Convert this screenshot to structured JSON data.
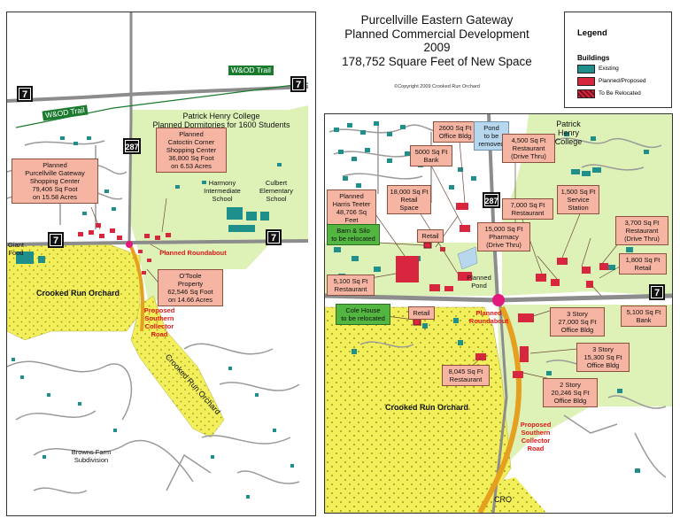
{
  "title": {
    "line1": "Purcellville Eastern Gateway",
    "line2": "Planned Commercial Development",
    "line3": "2009",
    "line4": "178,752 Square Feet of New Space"
  },
  "copyright": "©Copyright 2009 Crooked Run Orchard",
  "legend": {
    "title": "Legend",
    "subtitle": "Buildings",
    "items": [
      {
        "label": "Existing",
        "color": "#1f8f8c"
      },
      {
        "label": "Planned/Proposed",
        "color": "#d7263d"
      },
      {
        "label": "To Be Relocated",
        "color": "#d7263d"
      }
    ]
  },
  "colors": {
    "orchard": "#f2ef5a",
    "college": "#def2b8",
    "existing": "#1f8f8c",
    "planned": "#d7263d",
    "road": "#8c8c8c",
    "collector": "#e6a020",
    "trail": "#1a7a2e",
    "callout": "#f6b5a3",
    "relocate": "#52b640",
    "pond": "#b6d7ee",
    "roundabout": "#e3187c"
  },
  "left_map": {
    "route7_a": "7",
    "route7_b": "7",
    "route7_c": "7",
    "route7_d": "7",
    "route287": "287",
    "trail_a": "W&OD Trail",
    "trail_b": "W&OD Trail",
    "college": "Patrick Henry College\nPlanned Dormitories for 1600 Students",
    "gateway": "Planned\nPurcellville Gateway\nShopping Center\n79,406 Sq Foot\non 15.58 Acres",
    "catoctin": "Planned\nCatoctin Corner\nShopping Center\n36,800 Sq Foot\non 6.53 Acres",
    "harmony": "Harmony\nIntermediate\nSchool",
    "culbert": "Culbert\nElementary\nSchool",
    "giant": "Giant\nFood",
    "roundabout": "Planned Roundabout",
    "otoole": "O'Toole\nProperty\n62,546 Sq Foot\non 14.66 Acres",
    "orchard": "Crooked Run Orchard",
    "collector": "Proposed\nSouthern\nCollector\nRoad",
    "orchard_diag": "Crooked Run Orchard",
    "browns": "Browns Farm\nSubdivision"
  },
  "right_map": {
    "office2600": "2600 Sq Ft\nOffice Bldg",
    "pond": "Pond\nto be\nremoved",
    "college": "Patrick\nHenry\nCollege",
    "bank5000": "5000 Sq Ft\nBank",
    "route287": "287",
    "rest4500": "4,500 Sq Ft\nRestaurant\n(Drive Thru)",
    "harris": "Planned\nHarris Teeter\n48,706 Sq Feet",
    "retail18000": "18,000 Sq Ft\nRetail\nSpace",
    "rest7000": "7,000 Sq Ft\nRestaurant",
    "station1500": "1,500 Sq Ft\nService\nStation",
    "barn": "Barn & Silo\nto be relocated",
    "retail_a": "Retail",
    "pharmacy": "15,000 Sq Ft\nPharmacy\n(Drive Thru)",
    "rest3700": "3,700 Sq Ft\nRestaurant\n(Drive Thru)",
    "retail1800": "1,800 Sq Ft\nRetail",
    "rest5100": "5,100 Sq Ft\nRestaurant",
    "planned_pond": "Planned\nPond",
    "route7": "7",
    "cole": "Cole House\nto be relocated",
    "retail_b": "Retail",
    "roundabout": "Planned\nRoundabout",
    "office27000": "3 Story\n27,000 Sq Ft\nOffice Bldg",
    "bank5100": "5,100 Sq Ft\nBank",
    "office15300": "3 Story\n15,300 Sq Ft\nOffice Bldg",
    "rest8045": "8,045 Sq Ft\nRestaurant",
    "office20246": "2 Story\n20,246 Sq Ft\nOffice Bldg",
    "orchard": "Crooked Run Orchard",
    "collector": "Proposed\nSouthern\nCollector\nRoad",
    "cro": "CRO"
  }
}
